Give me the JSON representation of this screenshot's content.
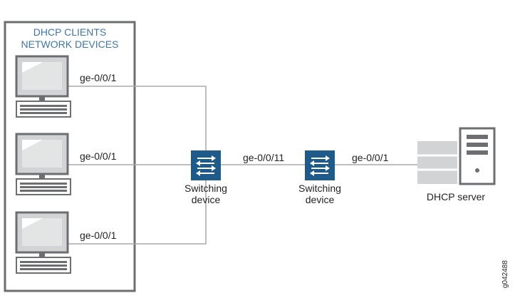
{
  "group": {
    "title_line1": "DHCP CLIENTS",
    "title_line2": "NETWORK DEVICES"
  },
  "clients": [
    {
      "port": "ge-0/0/1"
    },
    {
      "port": "ge-0/0/1"
    },
    {
      "port": "ge-0/0/1"
    }
  ],
  "switch_a": {
    "label_line1": "Switching",
    "label_line2": "device"
  },
  "trunk_port": "ge-0/0/11",
  "switch_b": {
    "label_line1": "Switching",
    "label_line2": "device"
  },
  "server_port": "ge-0/0/1",
  "server": {
    "label": "DHCP server"
  },
  "figure_id": "g042488",
  "colors": {
    "switch_fill": "#1e5a8a",
    "header_text": "#3f76a8",
    "box_border": "#6d6e71",
    "line": "#a7a9ac"
  }
}
